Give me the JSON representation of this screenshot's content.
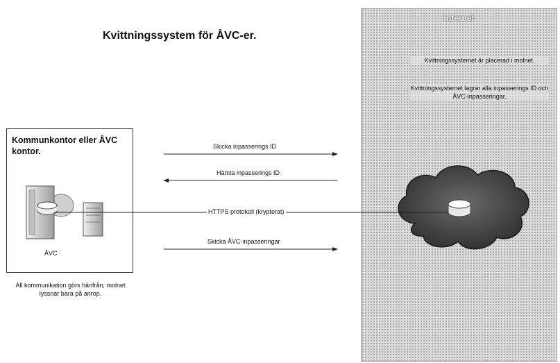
{
  "title": "Kvittningssystem för ÅVC-er.",
  "internet": {
    "title": "Internet",
    "note_1": "Kvittningssystemet är placerad i molnet.",
    "note_2": "Kvittningssystemet lagrar alla inpasserings ID och ÅVC-inpasseringar."
  },
  "office": {
    "title": "Kommunkontor eller ÅVC kontor.",
    "avc_label": "ÅVC"
  },
  "bottom_note": "All kommunikation görs härifrån, molnet lyssnar bara på anrop.",
  "connections": {
    "send_id": "Skicka inpasserings ID",
    "fetch_id": "Hämta inpasserings ID",
    "https": "HTTPS protokoll (krypterat)",
    "send_entries": "Skicka ÅVC-inpasseringar"
  },
  "colors": {
    "cloud_fill": "#4a4a4a",
    "panel_fill": "#d9d9d9",
    "line": "#222222"
  }
}
